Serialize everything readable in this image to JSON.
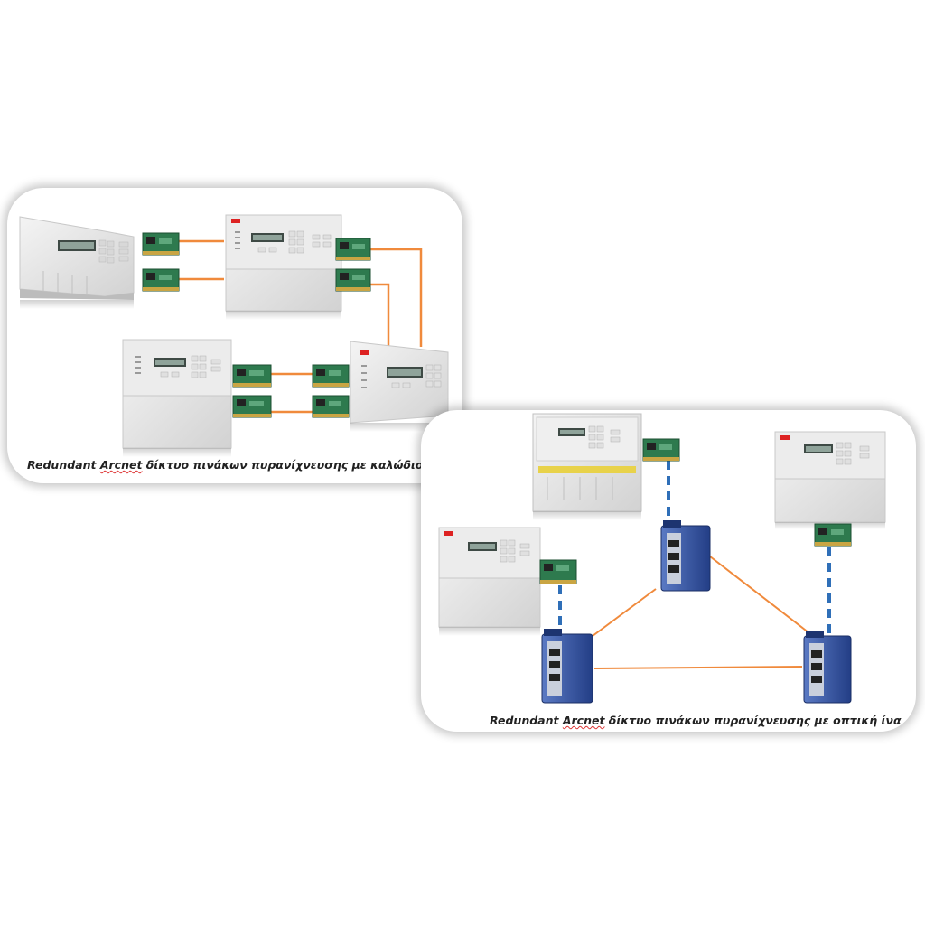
{
  "diagrams": {
    "copper": {
      "caption_prefix": "Redundant ",
      "caption_brand": "Arcnet",
      "caption_suffix": " δίκτυο πινάκων πυρανίχνευσης με καλώδιο χαλκού"
    },
    "fiber": {
      "caption_prefix": "Redundant ",
      "caption_brand": "Arcnet",
      "caption_suffix": " δίκτυο πινάκων πυρανίχνευσης με οπτική ίνα"
    }
  },
  "colors": {
    "copper_cable": "#f08a3c",
    "fiber_link": "#2f6fb8",
    "fiber_ring": "#f08a3c",
    "panel_body": "#e6e6e6",
    "network_card": "#2e7a4e",
    "switch_body": "#2f4f9e"
  },
  "icons": [
    "fire-alarm-panel",
    "network-card",
    "fiber-switch"
  ]
}
